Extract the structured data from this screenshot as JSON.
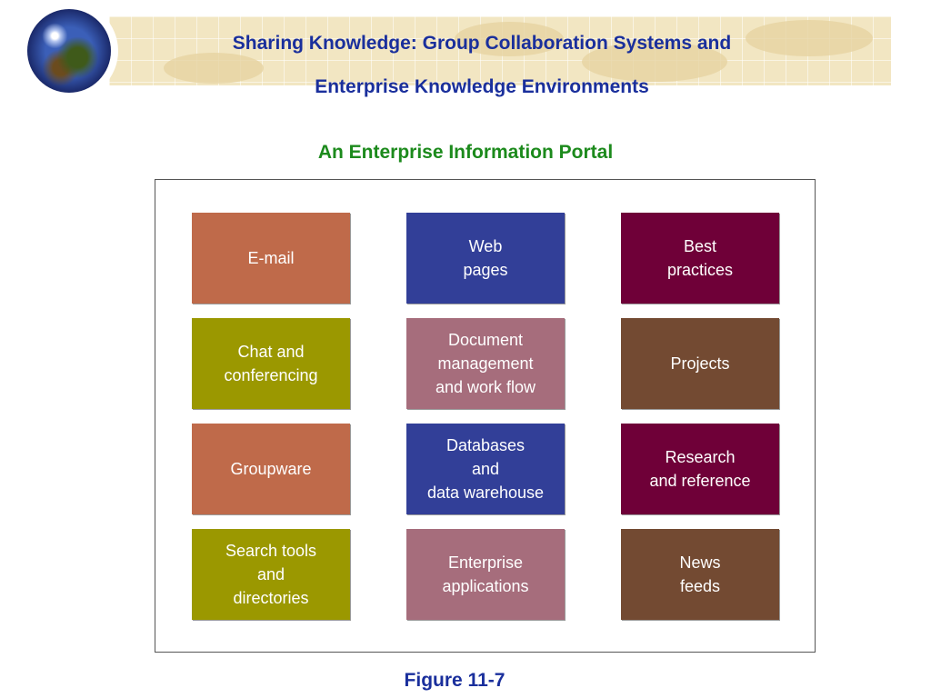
{
  "header": {
    "title_line1": "Sharing Knowledge: Group Collaboration Systems and",
    "title_line2": "Enterprise Knowledge Environments"
  },
  "diagram": {
    "title": "An Enterprise Information Portal",
    "caption": "Figure 11-7",
    "colors": {
      "orange": "#bf6a4a",
      "olive": "#9b9800",
      "blue": "#323f98",
      "mauve": "#a66d7c",
      "plum": "#6f0038",
      "brown": "#734a32"
    },
    "tiles": [
      {
        "label": "E-mail",
        "color": "#bf6a4a"
      },
      {
        "label": "Web\npages",
        "color": "#323f98"
      },
      {
        "label": "Best\npractices",
        "color": "#6f0038"
      },
      {
        "label": "Chat and\nconferencing",
        "color": "#9b9800"
      },
      {
        "label": "Document\nmanagement\nand work flow",
        "color": "#a66d7c"
      },
      {
        "label": "Projects",
        "color": "#734a32"
      },
      {
        "label": "Groupware",
        "color": "#bf6a4a"
      },
      {
        "label": "Databases\nand\ndata warehouse",
        "color": "#323f98"
      },
      {
        "label": "Research\nand reference",
        "color": "#6f0038"
      },
      {
        "label": "Search tools\nand\ndirectories",
        "color": "#9b9800"
      },
      {
        "label": "Enterprise\napplications",
        "color": "#a66d7c"
      },
      {
        "label": "News\nfeeds",
        "color": "#734a32"
      }
    ]
  }
}
